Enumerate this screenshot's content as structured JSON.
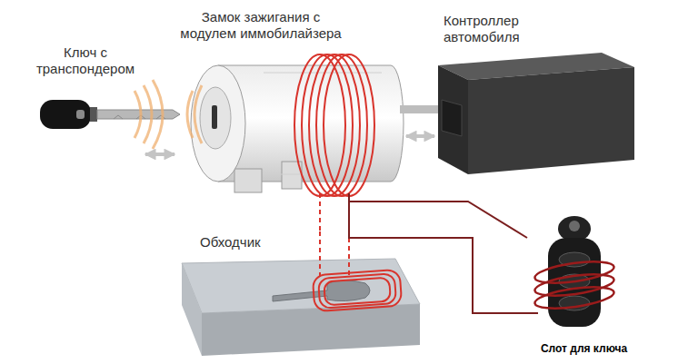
{
  "diagram": {
    "nodes": [
      {
        "text": [
          "Ключ с транспондером"
        ]
      },
      {
        "text": [
          "Замок зажигания с модулем иммобилайзера"
        ]
      },
      {
        "text": [
          "Контроллер автомобиля"
        ]
      },
      {
        "text": [
          "Обходчик"
        ]
      },
      {
        "text": [
          "Слот для ключа"
        ]
      }
    ],
    "edges": [
      {
        "from": 0,
        "to": 1,
        "arrow": "both"
      },
      {
        "from": 1,
        "to": 2,
        "arrow": "both"
      },
      {
        "from": 1,
        "to": 3,
        "arrow": "none"
      },
      {
        "from": 1,
        "to": 4,
        "arrow": "none"
      }
    ]
  }
}
